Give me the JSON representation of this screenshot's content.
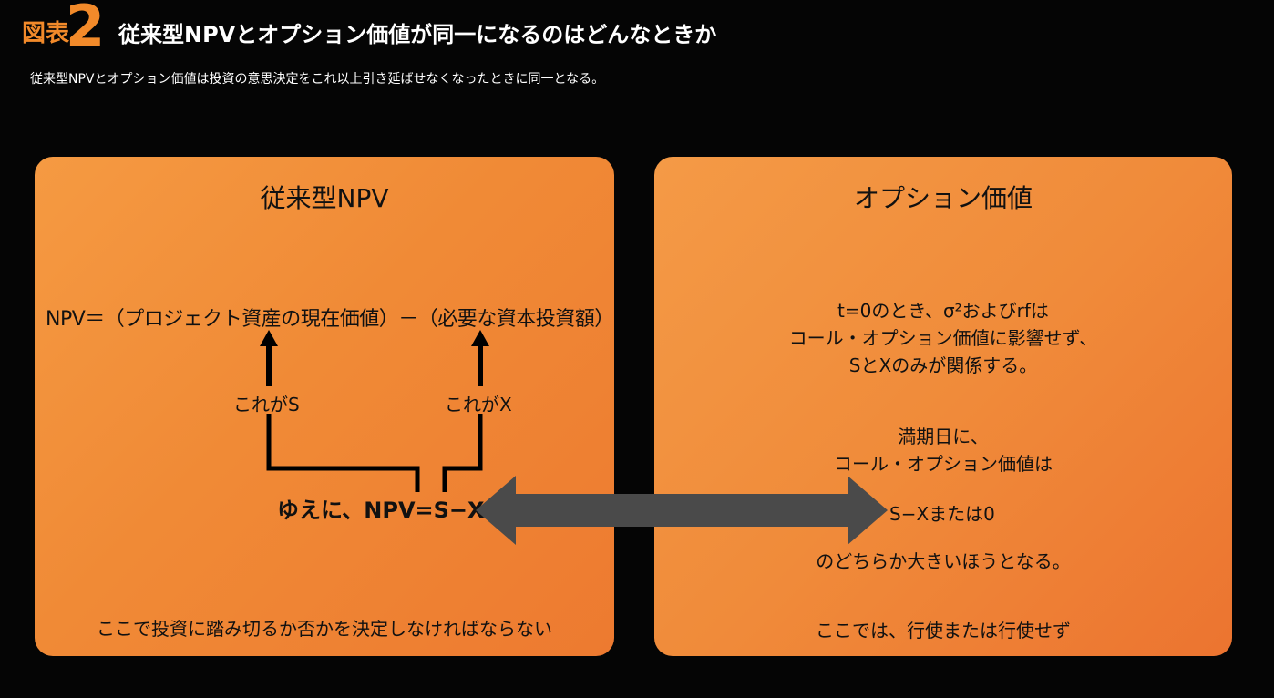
{
  "header": {
    "fig_label": "図表",
    "fig_number": "2",
    "title": "従来型NPVとオプション価値が同一になるのはどんなときか",
    "subtitle": "従来型NPVとオプション価値は投資の意思決定をこれ以上引き延ばせなくなったときに同一となる。"
  },
  "left_panel": {
    "title": "従来型NPV",
    "formula": "NPV＝（プロジェクト資産の現在価値）－（必要な資本投資額）",
    "label_s": "これがS",
    "label_x": "これがX",
    "therefore": "ゆえに、NPV=S−X",
    "footer": "ここで投資に踏み切るか否かを決定しなければならない"
  },
  "right_panel": {
    "title": "オプション価値",
    "text1_line1": "t=0のとき、σ²およびrfは",
    "text1_line2": "コール・オプション価値に影響せず、",
    "text1_line3": "SとXのみが関係する。",
    "text2_line1": "満期日に、",
    "text2_line2": "コール・オプション価値は",
    "text3": "S−Xまたは0",
    "text4": "のどちらか大きいほうとなる。",
    "footer": "ここでは、行使または行使せず"
  },
  "colors": {
    "background": "#050505",
    "accent_orange": "#f28a2a",
    "panel_orange": "#f08a36",
    "arrow_gray": "#4a4a4a",
    "text": "#111111"
  }
}
